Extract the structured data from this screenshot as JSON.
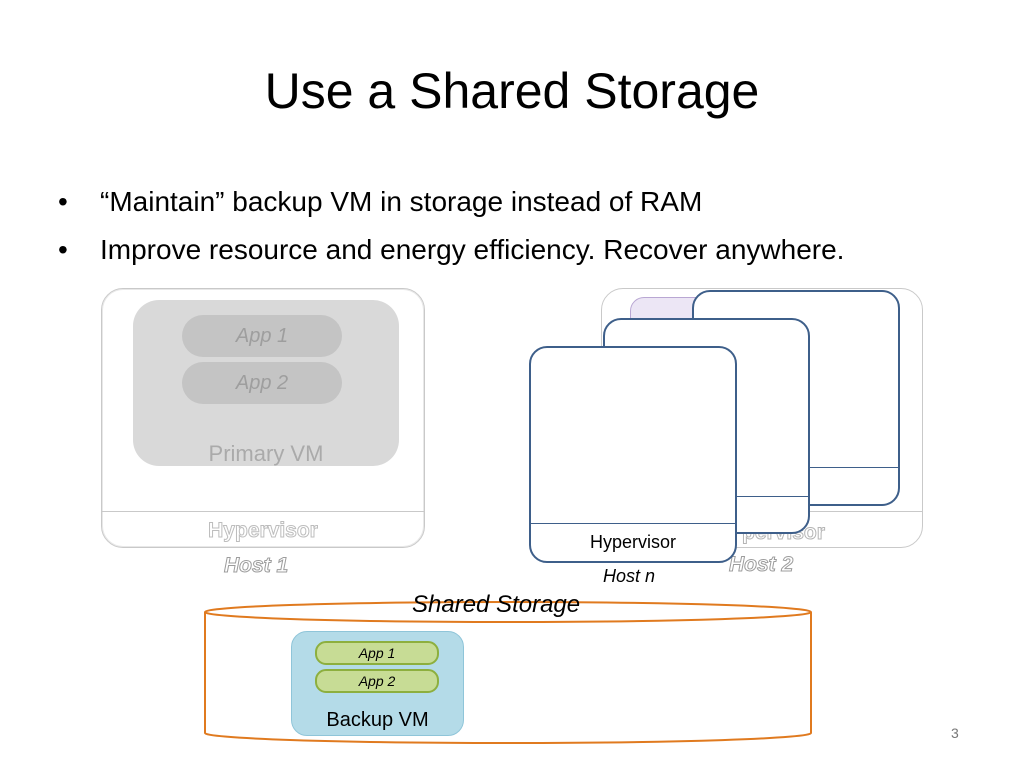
{
  "slide": {
    "title": "Use a Shared Storage",
    "bullets": [
      "“Maintain” backup VM in storage instead of RAM",
      "Improve resource and energy efficiency. Recover anywhere."
    ],
    "page_number": "3"
  },
  "host1": {
    "apps": [
      "App 1",
      "App 2"
    ],
    "vm_label": "Primary VM",
    "hypervisor": "Hypervisor",
    "host_label": "Host 1"
  },
  "host2": {
    "hypervisor_partial": "pervisor",
    "host_label": "Host 2"
  },
  "hostn": {
    "hypervisor": "Hypervisor",
    "host_label": "Host n"
  },
  "storage": {
    "label": "Shared Storage",
    "apps": [
      "App 1",
      "App 2"
    ],
    "vm_label": "Backup VM"
  },
  "colors": {
    "host_card_border": "#3e5f8a",
    "storage_border": "#e07a1f",
    "backup_vm_fill": "#b4dbe8",
    "app_pill_fill": "#c7dc95"
  }
}
